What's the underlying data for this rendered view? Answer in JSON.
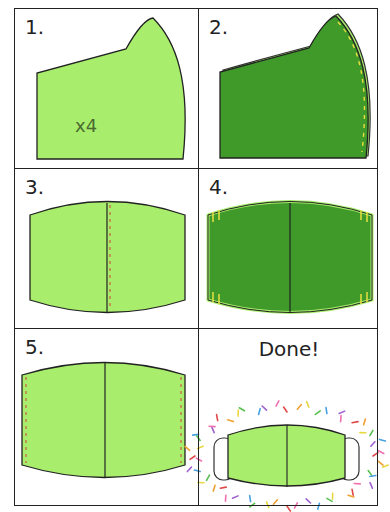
{
  "diagram": {
    "nodes": [
      {
        "text": [
          "1."
        ]
      },
      {
        "text": [
          "x4"
        ],
        "in": 0
      },
      {
        "text": [
          "2."
        ]
      },
      {
        "text": [
          "3."
        ]
      },
      {
        "text": [
          "4."
        ]
      },
      {
        "text": [
          "5."
        ]
      },
      {
        "text": [
          "Done!"
        ]
      }
    ]
  }
}
